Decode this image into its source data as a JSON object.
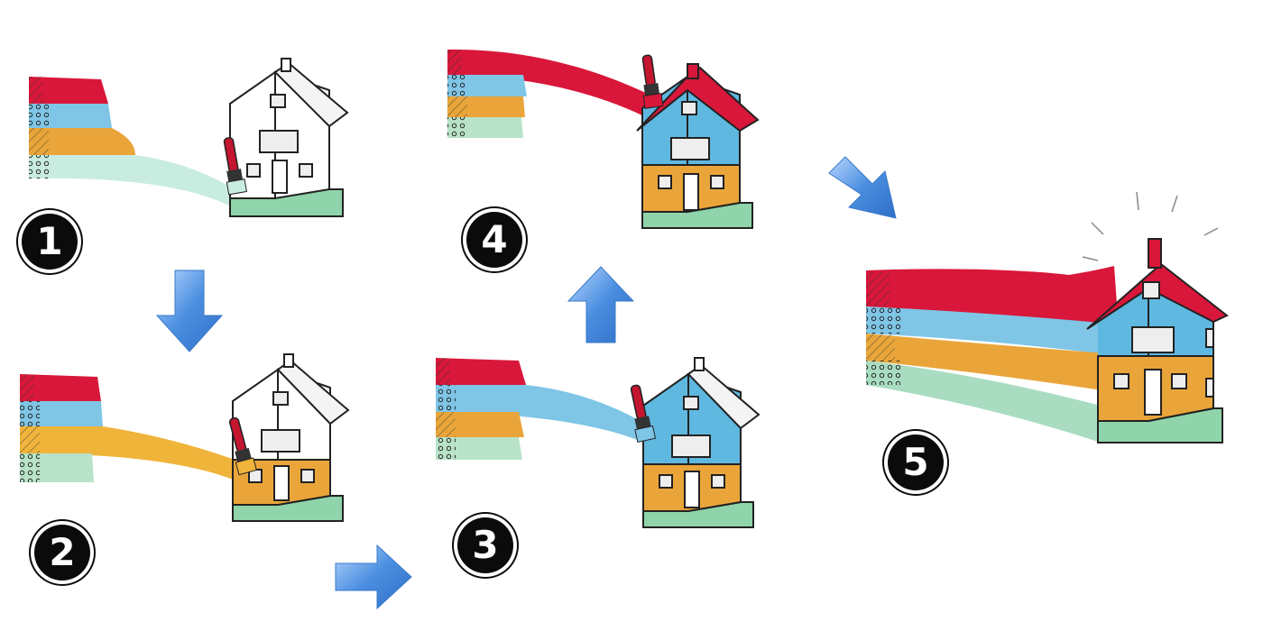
{
  "steps": [
    {
      "number": "1",
      "stage": "base-coat",
      "stripe_colors": [
        "#d9173a",
        "#5fb8e0",
        "#e9a23a",
        "#7fcf9a"
      ],
      "active_color": "#a9dcc7"
    },
    {
      "number": "2",
      "stage": "ground-floor",
      "active_color": "#f0b43a"
    },
    {
      "number": "3",
      "stage": "upper-floor",
      "active_color": "#5fb8e0"
    },
    {
      "number": "4",
      "stage": "roof",
      "active_color": "#d9173a"
    },
    {
      "number": "5",
      "stage": "complete"
    }
  ],
  "colors": {
    "red": "#d9173a",
    "blue": "#5fb8e0",
    "orange": "#eaa53a",
    "green": "#8fd4aa",
    "arrow": "#4a8ee0",
    "badge": "#0b0b0b"
  },
  "icons": [
    "paintbrush-icon",
    "house-icon",
    "arrow-down-icon",
    "arrow-right-icon",
    "arrow-up-icon",
    "arrow-diagonal-icon",
    "shine-icon"
  ]
}
